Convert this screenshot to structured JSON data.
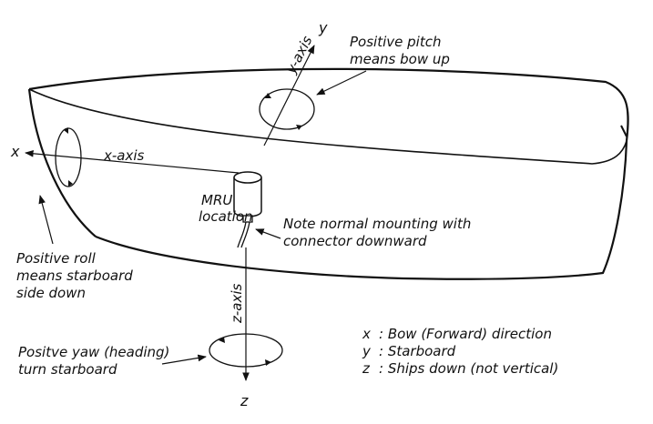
{
  "labels": {
    "y_axis": "y-axis",
    "y_letter": "y",
    "x_axis": "x-axis",
    "x_letter": "x",
    "z_axis": "z-axis",
    "z_letter": "z",
    "pitch_line1": "Positive pitch",
    "pitch_line2": "means bow up",
    "mru_line1": "MRU",
    "mru_line2": "location",
    "mount_line1": "Note normal mounting with",
    "mount_line2": "connector downward",
    "roll_line1": "Positive roll",
    "roll_line2": "means starboard",
    "roll_line3": "side down",
    "yaw_line1": "Positve yaw (heading)",
    "yaw_line2": "turn starboard"
  },
  "legend": [
    {
      "key": "x",
      "text": ":  Bow (Forward) direction"
    },
    {
      "key": "y",
      "text": ":  Starboard"
    },
    {
      "key": "z",
      "text": ":  Ships down (not vertical)"
    }
  ]
}
